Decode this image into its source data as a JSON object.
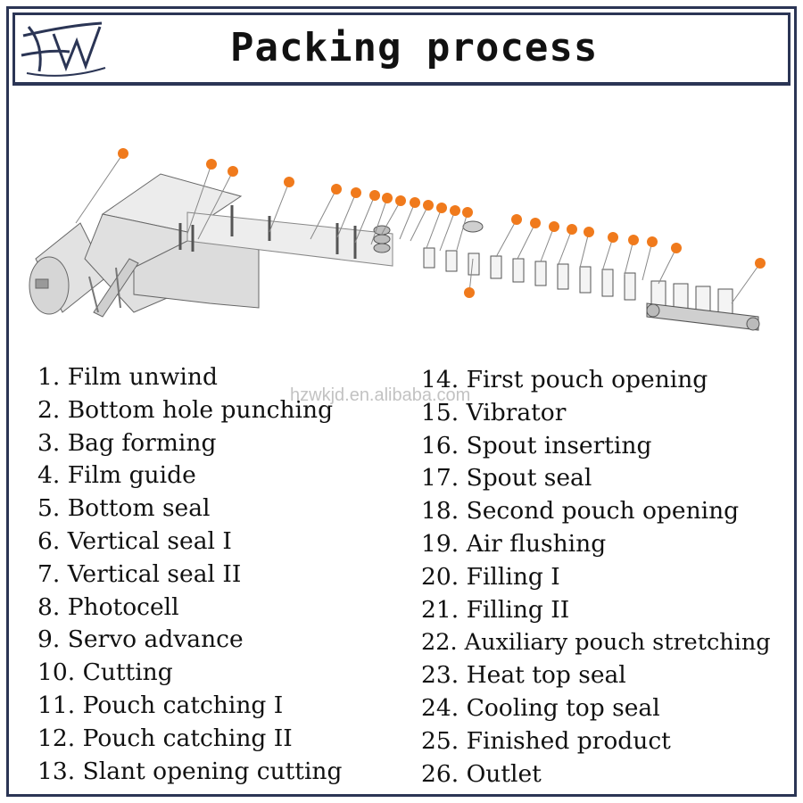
{
  "title": "Packing process",
  "watermark": "hzwkjd.en.alibaba.com",
  "colors": {
    "frame": "#2b3555",
    "marker": "#f07a1c",
    "machine_fill": "#e4e4e4",
    "machine_stroke": "#666666"
  },
  "icons": {
    "logo": "fw-script-logo-icon",
    "marker": "orange-dot-icon"
  },
  "steps_left": [
    "1. Film unwind",
    "2. Bottom hole punching",
    "3. Bag forming",
    "4. Film guide",
    "5. Bottom seal",
    "6. Vertical seal I",
    "7. Vertical seal II",
    "8. Photocell",
    "9. Servo advance",
    "10. Cutting",
    "11. Pouch catching I",
    "12. Pouch catching II",
    "13. Slant opening cutting"
  ],
  "steps_right": [
    "14. First pouch opening",
    "15. Vibrator",
    "16. Spout inserting",
    "17. Spout seal",
    "18. Second pouch opening",
    "19. Air flushing",
    "20. Filling I",
    "21. Filling II",
    "22. Auxiliary pouch stretching",
    "23. Heat top seal",
    "24. Cooling top seal",
    "25. Finished product",
    "26. Outlet"
  ]
}
